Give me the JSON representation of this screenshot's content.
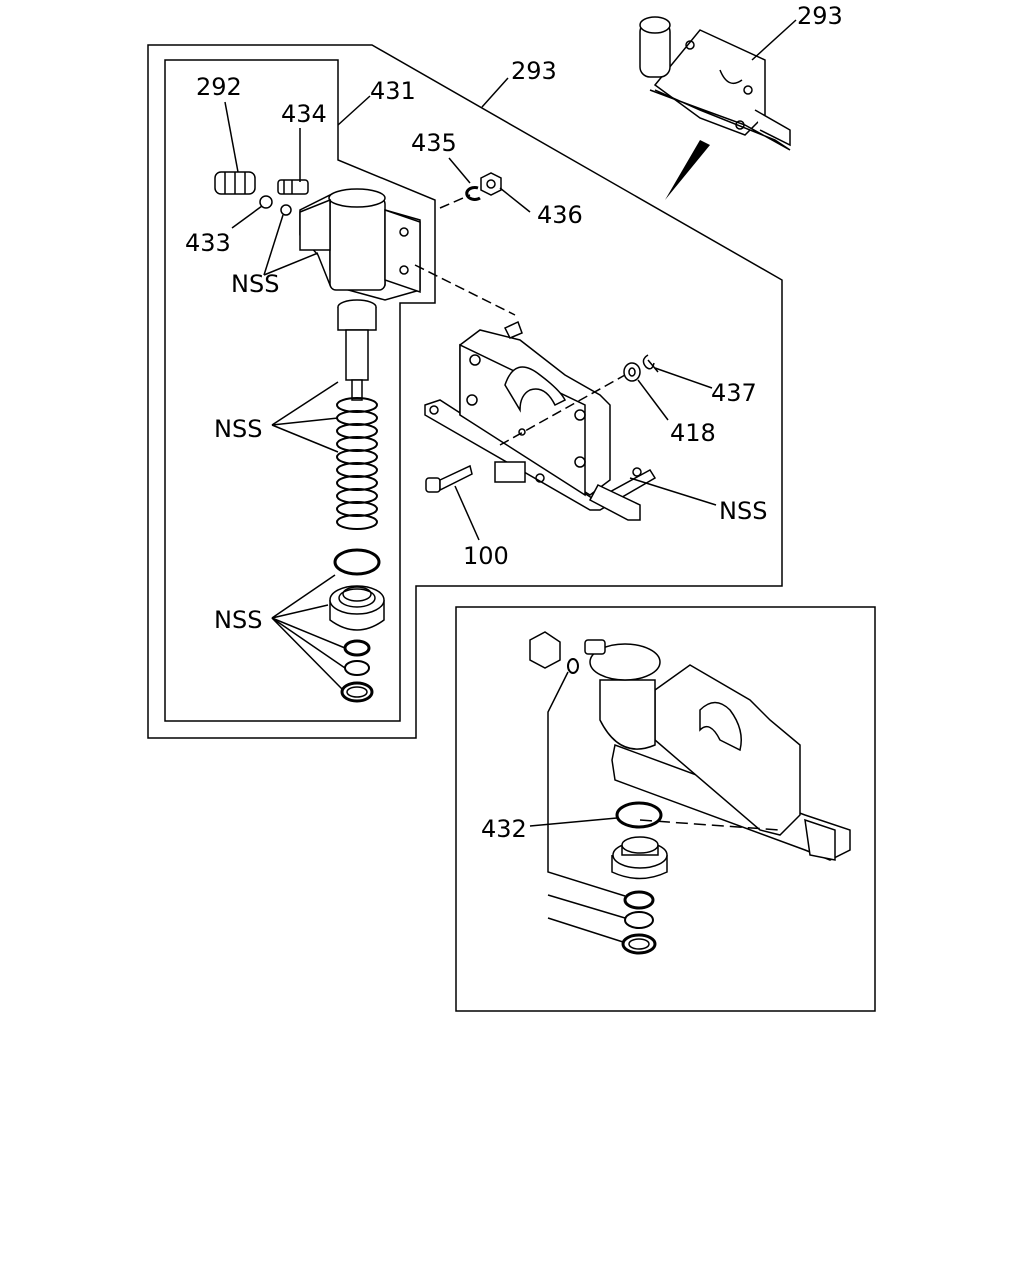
{
  "callouts": {
    "c293_top": "293",
    "c293": "293",
    "c292": "292",
    "c431": "431",
    "c434": "434",
    "c435": "435",
    "c436": "436",
    "c433": "433",
    "nss_body": "NSS",
    "nss_spring": "NSS",
    "nss_seals": "NSS",
    "nss_bracket": "NSS",
    "c437": "437",
    "c418": "418",
    "c100": "100",
    "c432": "432"
  }
}
